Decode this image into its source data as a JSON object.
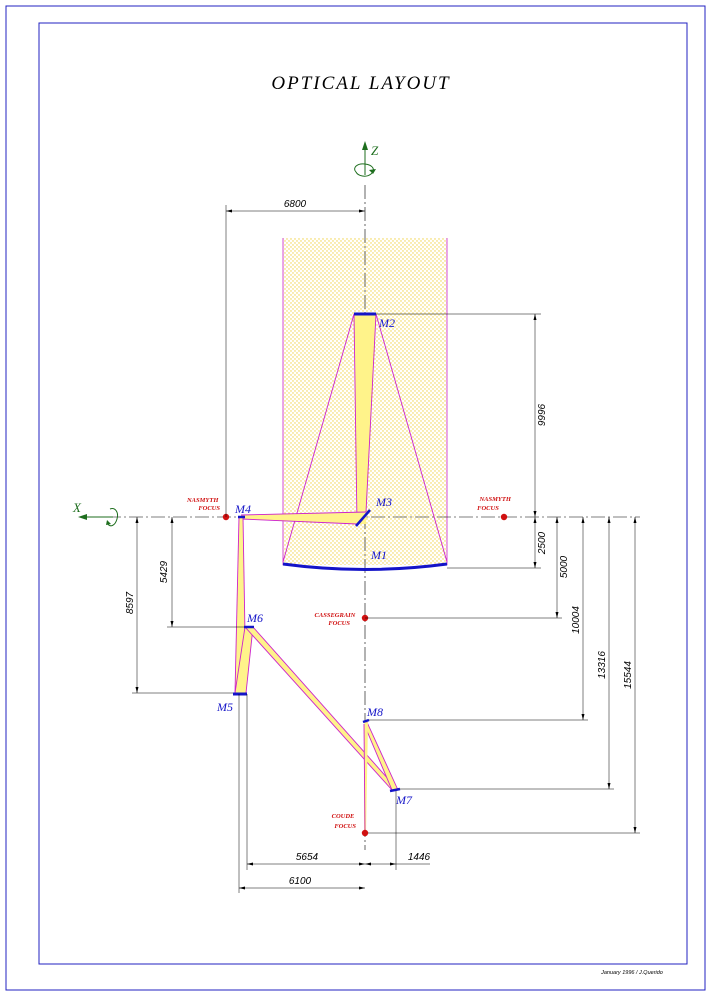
{
  "title": "OPTICAL LAYOUT",
  "axes": {
    "z": "Z",
    "x": "X"
  },
  "mirrors": {
    "m1": "M1",
    "m2": "M2",
    "m3": "M3",
    "m4": "M4",
    "m5": "M5",
    "m6": "M6",
    "m7": "M7",
    "m8": "M8"
  },
  "foci": {
    "nasmyth_left": [
      "NASMYTH",
      "FOCUS"
    ],
    "nasmyth_right": [
      "NASMYTH",
      "FOCUS"
    ],
    "cassegrain": [
      "CASSEGRAIN",
      "FOCUS"
    ],
    "coude": [
      "COUDE",
      "FOCUS"
    ]
  },
  "dimensions": {
    "top_width": "6800",
    "m2_height": "9996",
    "m1_depth": "2500",
    "cass_depth": "5000",
    "m8_depth": "10004",
    "m7_depth": "13316",
    "coude_depth": "15544",
    "m6_depth": "5429",
    "m5_depth": "8597",
    "bottom_5654": "5654",
    "bottom_1446": "1446",
    "bottom_6100": "6100"
  },
  "footer": "January 1996 / J.Querido",
  "colors": {
    "frame": "#2020c0",
    "beam": "#cc22cc",
    "beam_fill": "#fff38a",
    "mirror": "#1414c8",
    "focus": "#d01010",
    "axis_arrow": "#1e6e1e"
  }
}
